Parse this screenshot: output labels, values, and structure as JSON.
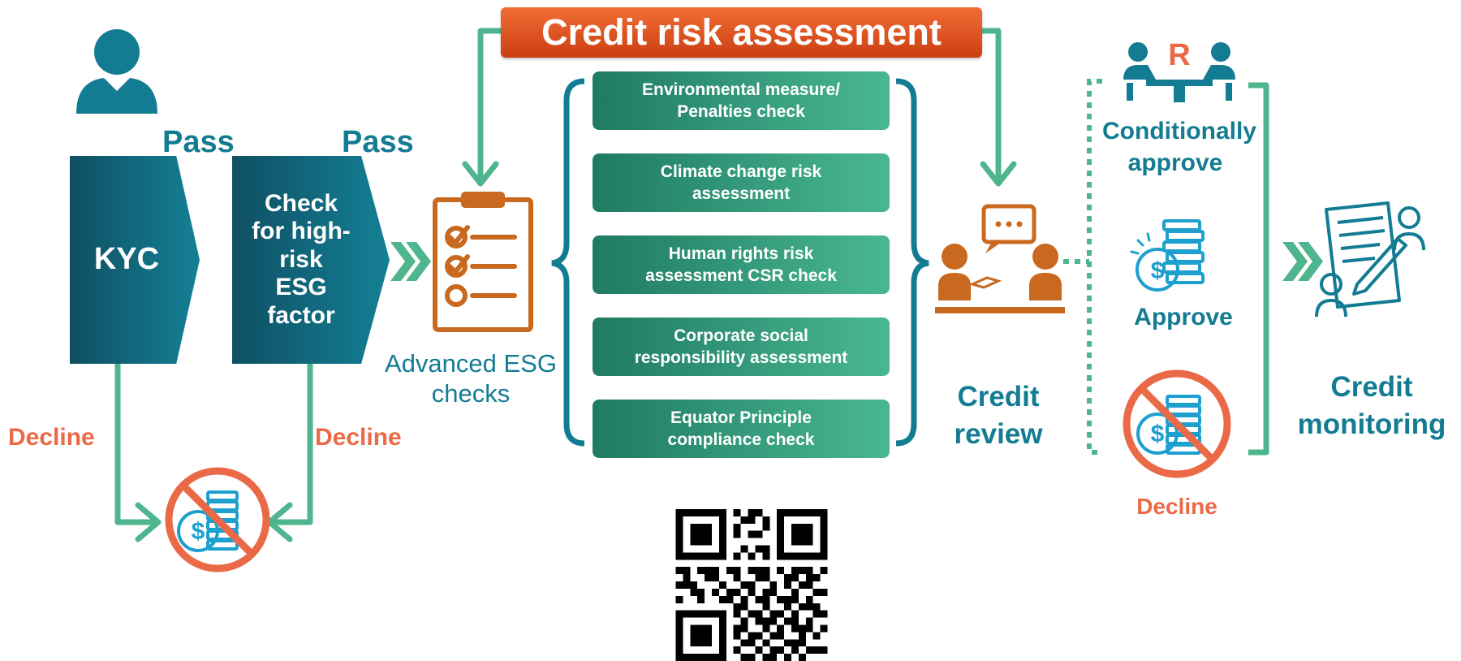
{
  "title": "Credit risk assessment",
  "kyc": {
    "label": "KYC"
  },
  "esg_check": {
    "label": "Check\nfor high-\nrisk\nESG\nfactor"
  },
  "pass_labels": [
    "Pass",
    "Pass"
  ],
  "decline_labels": [
    "Decline",
    "Decline"
  ],
  "advanced_checks": {
    "label_line1": "Advanced ESG",
    "label_line2": "checks"
  },
  "checks": [
    {
      "line1": "Environmental measure/",
      "line2": "Penalties check"
    },
    {
      "line1": "Climate change risk",
      "line2": "assessment"
    },
    {
      "line1": "Human rights risk",
      "line2": "assessment CSR check"
    },
    {
      "line1": "Corporate social",
      "line2": "responsibility assessment"
    },
    {
      "line1": "Equator Principle",
      "line2": "compliance check"
    }
  ],
  "credit_review": {
    "line1": "Credit",
    "line2": "review"
  },
  "outcomes": {
    "conditional": {
      "line1": "Conditionally",
      "line2": "approve",
      "badge": "R"
    },
    "approve": "Approve",
    "decline": "Decline"
  },
  "credit_monitoring": {
    "line1": "Credit",
    "line2": "monitoring"
  },
  "colors": {
    "teal": "#137c93",
    "green": "#49b792",
    "orange": "#ea6a47",
    "brown": "#c8691f",
    "blue": "#1ea0cf"
  }
}
